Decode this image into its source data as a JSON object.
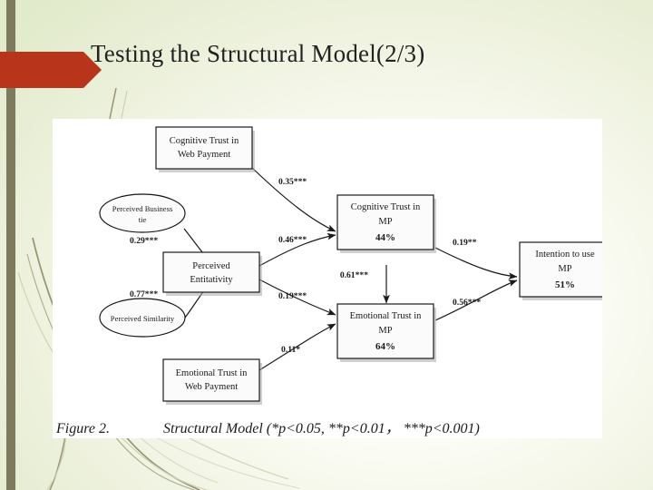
{
  "slide": {
    "title": "Testing the Structural Model(2/3)",
    "background_color": "#e3ebcd",
    "accent_color": "#b8341a",
    "stripe_color": "#7d7a5e"
  },
  "figure": {
    "caption_label": "Figure 2.",
    "caption_text": "Structural Model (*p<0.05, **p<0.01， ***p<0.001)",
    "panel_color": "#ffffff"
  },
  "chart_data": {
    "type": "diagram",
    "title": "Structural Model",
    "nodes": [
      {
        "id": "pbt",
        "shape": "ellipse",
        "line1": "Perceived Business",
        "line2": "tie",
        "line3": ""
      },
      {
        "id": "psim",
        "shape": "ellipse",
        "line1": "Perceived Similarity",
        "line2": "",
        "line3": ""
      },
      {
        "id": "ctwp",
        "shape": "box",
        "line1": "Cognitive  Trust in",
        "line2": "Web Payment",
        "line3": ""
      },
      {
        "id": "pent",
        "shape": "box",
        "line1": "Perceived",
        "line2": "Entitativity",
        "line3": ""
      },
      {
        "id": "etwp",
        "shape": "box",
        "line1": "Emotional  Trust in",
        "line2": "Web Payment",
        "line3": ""
      },
      {
        "id": "ctmp",
        "shape": "box",
        "line1": "Cognitive  Trust in",
        "line2": "MP",
        "line3": "44%"
      },
      {
        "id": "etmp",
        "shape": "box",
        "line1": "Emotional  Trust in",
        "line2": "MP",
        "line3": "64%"
      },
      {
        "id": "int",
        "shape": "box",
        "line1": "Intention to use",
        "line2": "MP",
        "line3": "51%"
      }
    ],
    "edges": [
      {
        "from": "ctwp",
        "to": "ctmp",
        "label": "0.35***"
      },
      {
        "from": "pbt",
        "to": "pent",
        "label": "0.29***"
      },
      {
        "from": "psim",
        "to": "pent",
        "label": "0.77***"
      },
      {
        "from": "pent",
        "to": "ctmp",
        "label": "0.46***"
      },
      {
        "from": "pent",
        "to": "etmp",
        "label": "0.19***"
      },
      {
        "from": "etwp",
        "to": "etmp",
        "label": "0.11*"
      },
      {
        "from": "ctmp",
        "to": "etmp",
        "label": "0.61***"
      },
      {
        "from": "ctmp",
        "to": "int",
        "label": "0.19**"
      },
      {
        "from": "etmp",
        "to": "int",
        "label": "0.56***"
      }
    ],
    "significance_legend": [
      "*p<0.05",
      "**p<0.01",
      "***p<0.001"
    ]
  }
}
